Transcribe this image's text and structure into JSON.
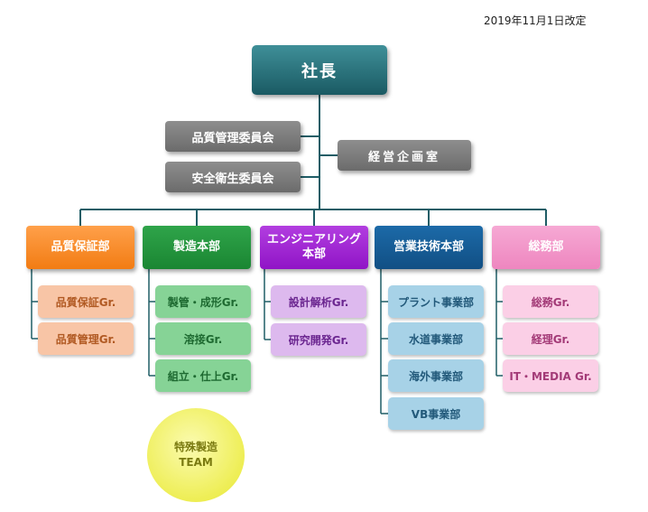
{
  "header": {
    "revision_date": "2019年11月1日改定"
  },
  "top": {
    "ceo": "社長",
    "committees": [
      "品質管理委員会",
      "安全衛生委員会"
    ],
    "planning": "経営企画室"
  },
  "departments": [
    {
      "name_line1": "品質保証部",
      "name_line2": "",
      "color": "#f27c13",
      "groups": [
        "品質保証Gr.",
        "品質管理Gr."
      ]
    },
    {
      "name_line1": "製造本部",
      "name_line2": "",
      "color": "#1a8632",
      "groups": [
        "製管・成形Gr.",
        "溶接Gr.",
        "組立・仕上Gr."
      ]
    },
    {
      "name_line1": "エンジニアリング",
      "name_line2": "本部",
      "color": "#9014c6",
      "groups": [
        "設計解析Gr.",
        "研究開発Gr."
      ]
    },
    {
      "name_line1": "営業技術本部",
      "name_line2": "",
      "color": "#114f84",
      "groups": [
        "プラント事業部",
        "水道事業部",
        "海外事業部",
        "VB事業部"
      ]
    },
    {
      "name_line1": "総務部",
      "name_line2": "",
      "color": "#ee86bf",
      "groups": [
        "総務Gr.",
        "経理Gr.",
        "IT・MEDIA Gr."
      ]
    }
  ],
  "team": {
    "line1": "特殊製造",
    "line2": "TEAM"
  }
}
